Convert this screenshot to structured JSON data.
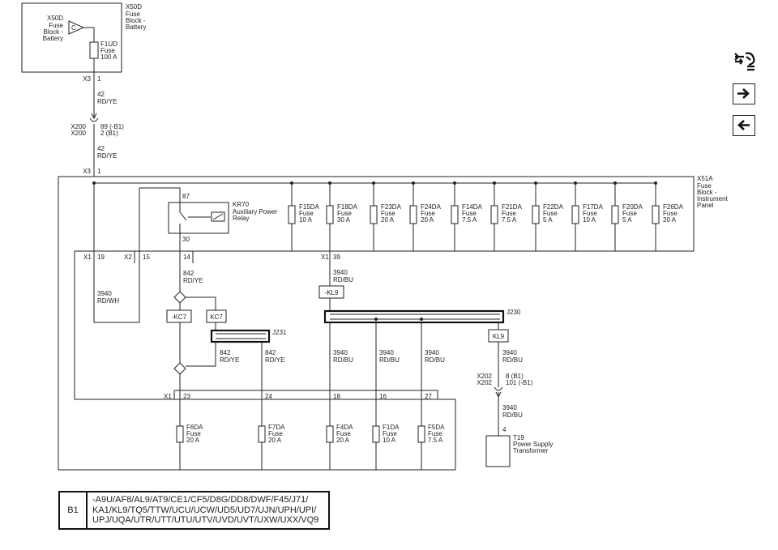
{
  "battery_block": {
    "conn": "X50D",
    "name": "Fuse\nBlock -\nBattery",
    "inner_conn": "X50D",
    "inner_name": "Fuse\nBlock -\nBattery",
    "diode_letter": "C",
    "fuse_id": "F1UD",
    "fuse_type": "Fuse",
    "fuse_amp": "100 A"
  },
  "top_conn": {
    "x3": "X3",
    "pin": "1"
  },
  "wire_42_a": {
    "num": "42",
    "color": "RD/YE"
  },
  "x200": {
    "c1": "X200",
    "c2": "X200",
    "p1": "89 (-B1)",
    "p2": "2 (B1)"
  },
  "wire_42_b": {
    "num": "42",
    "color": "RD/YE"
  },
  "panel_conn": {
    "x3": "X3",
    "pin": "1"
  },
  "instrument_panel": {
    "conn": "X51A",
    "name": "Fuse\nBlock -\nInstrument\nPanel"
  },
  "relay": {
    "pin_top": "87",
    "pin_bottom": "30",
    "id": "KR70",
    "name": "Auxiliary Power\nRelay"
  },
  "fuses_top": [
    {
      "id": "F15DA",
      "type": "Fuse",
      "amp": "10 A"
    },
    {
      "id": "F18DA",
      "type": "Fuse",
      "amp": "30 A"
    },
    {
      "id": "F23DA",
      "type": "Fuse",
      "amp": "20 A"
    },
    {
      "id": "F24DA",
      "type": "Fuse",
      "amp": "20 A"
    },
    {
      "id": "F14DA",
      "type": "Fuse",
      "amp": "7.5 A"
    },
    {
      "id": "F21DA",
      "type": "Fuse",
      "amp": "7.5 A"
    },
    {
      "id": "F22DA",
      "type": "Fuse",
      "amp": "5 A"
    },
    {
      "id": "F17DA",
      "type": "Fuse",
      "amp": "10 A"
    },
    {
      "id": "F20DA",
      "type": "Fuse",
      "amp": "5 A"
    },
    {
      "id": "F26DA",
      "type": "Fuse",
      "amp": "20 A"
    }
  ],
  "pins_mid": {
    "x1a": "X1",
    "p19": "19",
    "x2": "X2",
    "p15": "15",
    "p14": "14",
    "x1b": "X1",
    "p39": "39"
  },
  "wire_3940_wh": {
    "num": "3940",
    "color": "RD/WH"
  },
  "wire_842_a": {
    "num": "842",
    "color": "RD/YE"
  },
  "wire_3940_bu_a": {
    "num": "3940",
    "color": "RD/BU"
  },
  "labels": {
    "kc7_neg": "-KC7",
    "kc7": "KC7",
    "kl9_neg": "-KL9",
    "kl9": "KL9",
    "j231": "J231",
    "j230": "J230"
  },
  "wire_842_b": {
    "num": "842",
    "color": "RD/YE"
  },
  "wire_842_c": {
    "num": "842",
    "color": "RD/YE"
  },
  "wire_3940_bu_b": {
    "num": "3940",
    "color": "RD/BU"
  },
  "wire_3940_bu_c": {
    "num": "3940",
    "color": "RD/BU"
  },
  "wire_3940_bu_d": {
    "num": "3940",
    "color": "RD/BU"
  },
  "wire_3940_bu_e": {
    "num": "3940",
    "color": "RD/BU"
  },
  "x202": {
    "c1": "X202",
    "c2": "X202",
    "p1": "8 (B1)",
    "p2": "101 (-B1)"
  },
  "wire_3940_bu_f": {
    "num": "3940",
    "color": "RD/BU"
  },
  "pins_low": {
    "x1": "X1",
    "p23": "23",
    "p24": "24",
    "p18": "18",
    "p16": "16",
    "p27": "27"
  },
  "fuses_bottom": [
    {
      "id": "F6DA",
      "type": "Fuse",
      "amp": "20 A"
    },
    {
      "id": "F7DA",
      "type": "Fuse",
      "amp": "20 A"
    },
    {
      "id": "F4DA",
      "type": "Fuse",
      "amp": "20 A"
    },
    {
      "id": "F1DA",
      "type": "Fuse",
      "amp": "10 A"
    },
    {
      "id": "F5DA",
      "type": "Fuse",
      "amp": "7.5 A"
    }
  ],
  "transformer": {
    "pin": "4",
    "id": "T19",
    "name": "Power Supply\nTransformer"
  },
  "legend": {
    "key": "B1",
    "text": "-A9U/AF8/AL9/AT9/CE1/CF5/D8G/DD8/DWF/F45/J71/\nKA1/KL9/TQ5/TTW/UCU/UCW/UD5/UD7/UJN/UPH/UPI/\nUPJ/UQA/UTR/UTT/UTU/UTV/UVD/UVT/UXW/UXX/VQ9"
  },
  "side_icons": {
    "top": "wrench-car-icon",
    "next": "arrow-right-icon",
    "prev": "arrow-left-icon"
  }
}
